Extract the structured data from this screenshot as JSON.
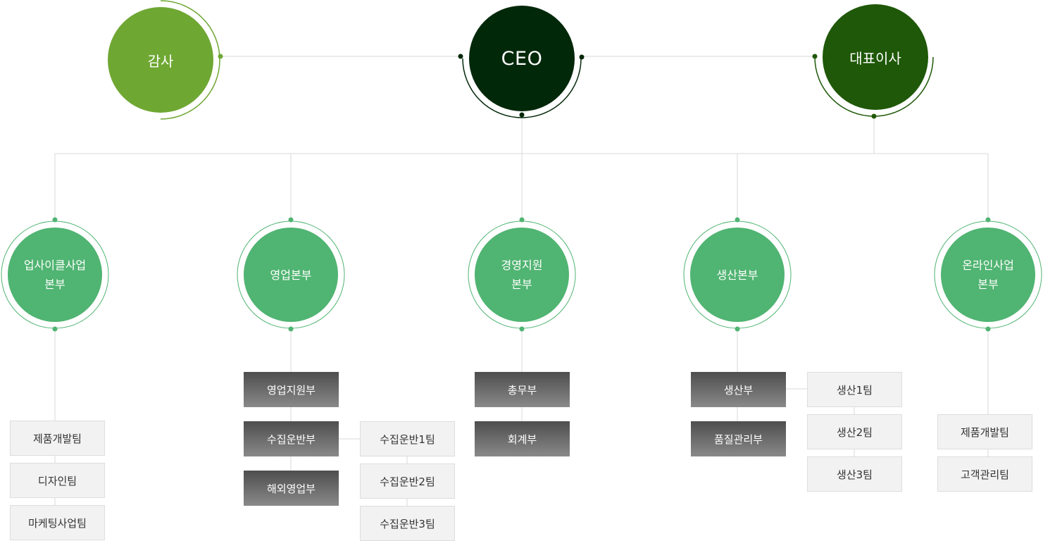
{
  "top": {
    "audit": "감사",
    "ceo": "CEO",
    "representative": "대표이사"
  },
  "divisions": [
    {
      "name": "업사이클사업\n본부",
      "subs": [],
      "teams": [
        "제품개발팀",
        "디자인팀",
        "마케팅사업팀"
      ]
    },
    {
      "name": "영업본부",
      "subs": [
        "영업지원부",
        "수집운반부",
        "해외영업부"
      ],
      "teams": [
        "수집운반1팀",
        "수집운반2팀",
        "수집운반3팀"
      ]
    },
    {
      "name": "경영지원\n본부",
      "subs": [
        "총무부",
        "회계부"
      ],
      "teams": []
    },
    {
      "name": "생산본부",
      "subs": [
        "생산부",
        "품질관리부"
      ],
      "teams": [
        "생산1팀",
        "생산2팀",
        "생산3팀"
      ]
    },
    {
      "name": "온라인사업\n본부",
      "subs": [],
      "teams": [
        "제품개발팀",
        "고객관리팀"
      ]
    }
  ],
  "colors": {
    "audit": "#6fa733",
    "ceo": "#02280a",
    "representative": "#1f5808",
    "division": "#50b472",
    "line": "#d9d9d9"
  }
}
